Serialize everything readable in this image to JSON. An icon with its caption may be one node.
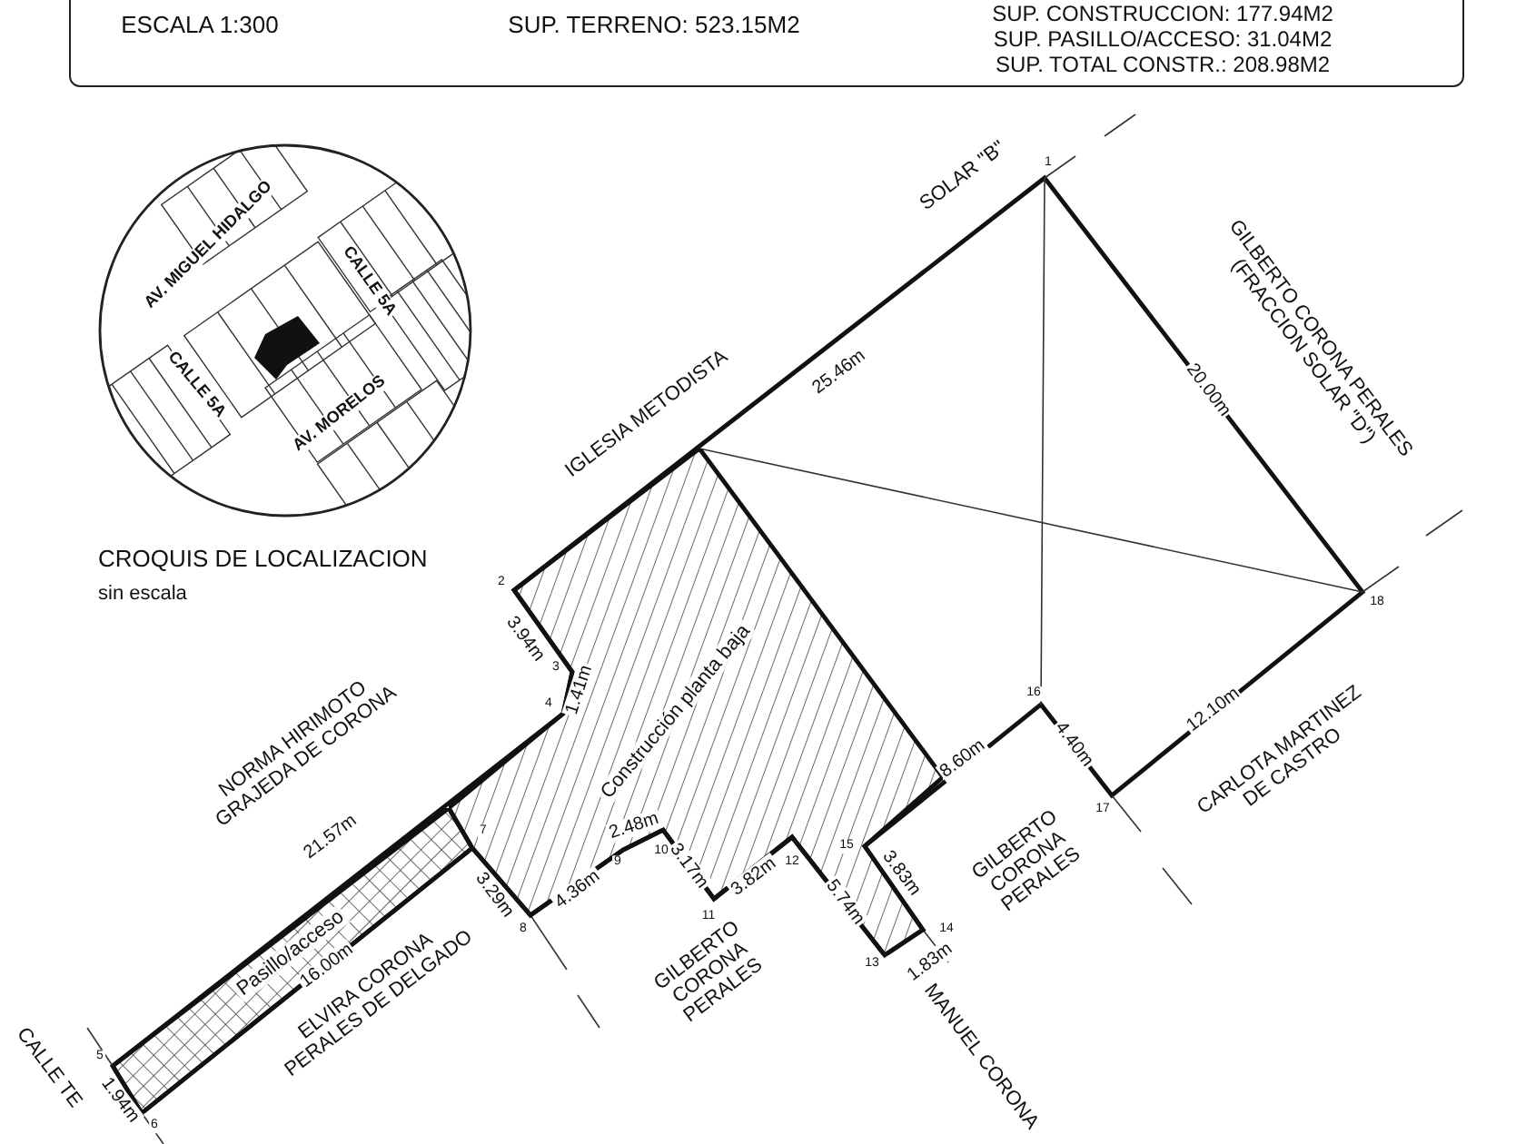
{
  "diagram": {
    "nodes": [
      {
        "text": [
          "AV. MIGUEL HIDALGO",
          "CALLE 5A",
          "CALLE 5A",
          "AV. MORELOS"
        ],
        "beside": [
          "CROQUIS DE LOCALIZACION",
          "sin escala"
        ]
      },
      {
        "text": [
          "Construcción planta baja"
        ]
      },
      {
        "text": [
          "Pasillo/acceso"
        ]
      }
    ],
    "labels": [
      "ESCALA 1:300",
      "SUP. TERRENO: 523.15M2",
      "SUP. CONSTRUCCION: 177.94M2",
      "SUP. PASILLO/ACCESO: 31.04M2",
      "SUP. TOTAL CONSTR.: 208.98M2",
      "SOLAR \"B\"",
      "GILBERTO CORONA PERALES (FRACCION SOLAR \"D\")",
      "IGLESIA METODISTA",
      "25.46m",
      "20.00m",
      "3.94m",
      "1.41m",
      "NORMA HIRIMOTO GRAJEDA DE CORONA",
      "21.57m",
      "12.10m",
      "CARLOTA MARTINEZ DE CASTRO",
      "8.60m",
      "4.40m",
      "2.48m",
      "3.17m",
      "3.29m",
      "4.36m",
      "3.82m",
      "3.83m",
      "5.74m",
      "GILBERTO CORONA PERALES",
      "16.00m",
      "ELVIRA CORONA PERALES DE DELGADO",
      "GILBERTO CORONA PERALES",
      "1.83m",
      "MANUEL CORONA",
      "1.94m",
      "CALLE TE",
      "1",
      "2",
      "3",
      "4",
      "5",
      "6",
      "7",
      "8",
      "9",
      "10",
      "11",
      "12",
      "13",
      "14",
      "15",
      "16",
      "17",
      "18"
    ]
  }
}
